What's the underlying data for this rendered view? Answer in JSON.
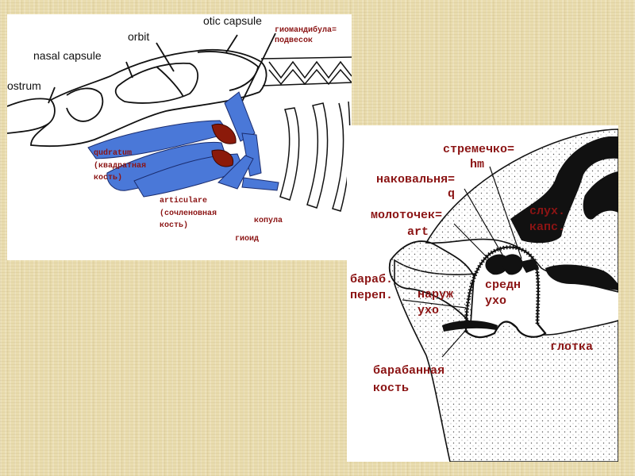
{
  "left_diagram": {
    "labels": {
      "rostrum": "ostrum",
      "nasal_capsule": "nasal capsule",
      "orbit": "orbit",
      "otic_capsule": "otic capsule",
      "hyomandibula_1": "гиомандибула=",
      "hyomandibula_2": "подвесок",
      "quadratum_1": "qudratum",
      "quadratum_2": "(квадратная",
      "quadratum_3": "кость)",
      "articulare_1": "articulare",
      "articulare_2": "(сочленовная",
      "articulare_3": "кость)",
      "copula": "копула",
      "hyoid": "гиоид"
    },
    "colors": {
      "cartilage": "#4a78d8",
      "bone": "#8b1a0a",
      "label": "#8b1414"
    }
  },
  "right_diagram": {
    "labels": {
      "stapes_1": "стремечко=",
      "stapes_2": "hm",
      "incus_1": "наковальня=",
      "incus_2": "q",
      "malleus_1": "молоточек=",
      "malleus_2": "art",
      "otic_capsule_1": "слух.",
      "otic_capsule_2": "капс.",
      "tympanic_membrane_1": "бараб.",
      "tympanic_membrane_2": "переп.",
      "outer_ear_1": "наруж",
      "outer_ear_2": "ухо",
      "middle_ear_1": "средн",
      "middle_ear_2": "ухо",
      "pharynx": "глотка",
      "tympanic_bone_1": "барабанная",
      "tympanic_bone_2": "кость"
    }
  }
}
